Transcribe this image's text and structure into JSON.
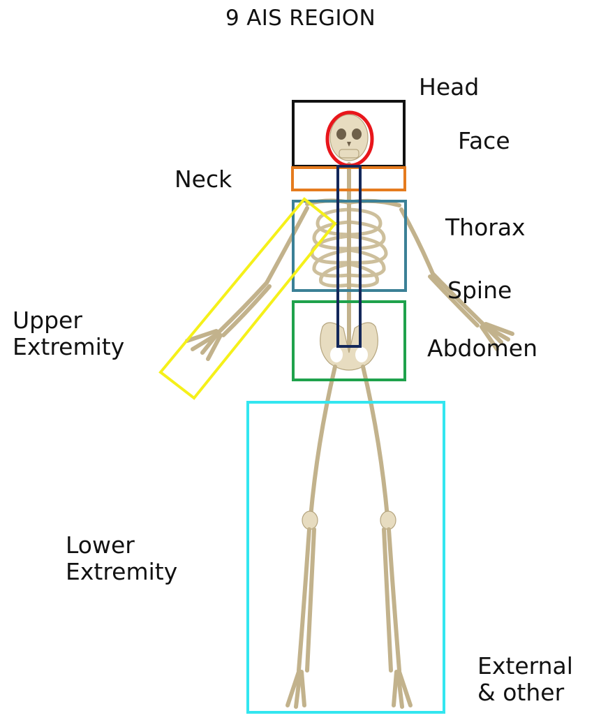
{
  "title": "9 AIS REGION",
  "labels": {
    "head": "Head",
    "face": "Face",
    "neck": "Neck",
    "thorax": "Thorax",
    "spine": "Spine",
    "upper_extremity_line1": "Upper",
    "upper_extremity_line2": "Extremity",
    "abdomen": "Abdomen",
    "lower_extremity_line1": "Lower",
    "lower_extremity_line2": "Extremity",
    "external_line1": "External",
    "external_line2": "& other"
  },
  "colors": {
    "head": "#111111",
    "face": "#e8161b",
    "neck": "#e57b1e",
    "thorax": "#3b8096",
    "spine": "#14285a",
    "upper_extremity": "#f5f01a",
    "abdomen": "#1fa24c",
    "lower_extremity": "#33e6f0"
  }
}
